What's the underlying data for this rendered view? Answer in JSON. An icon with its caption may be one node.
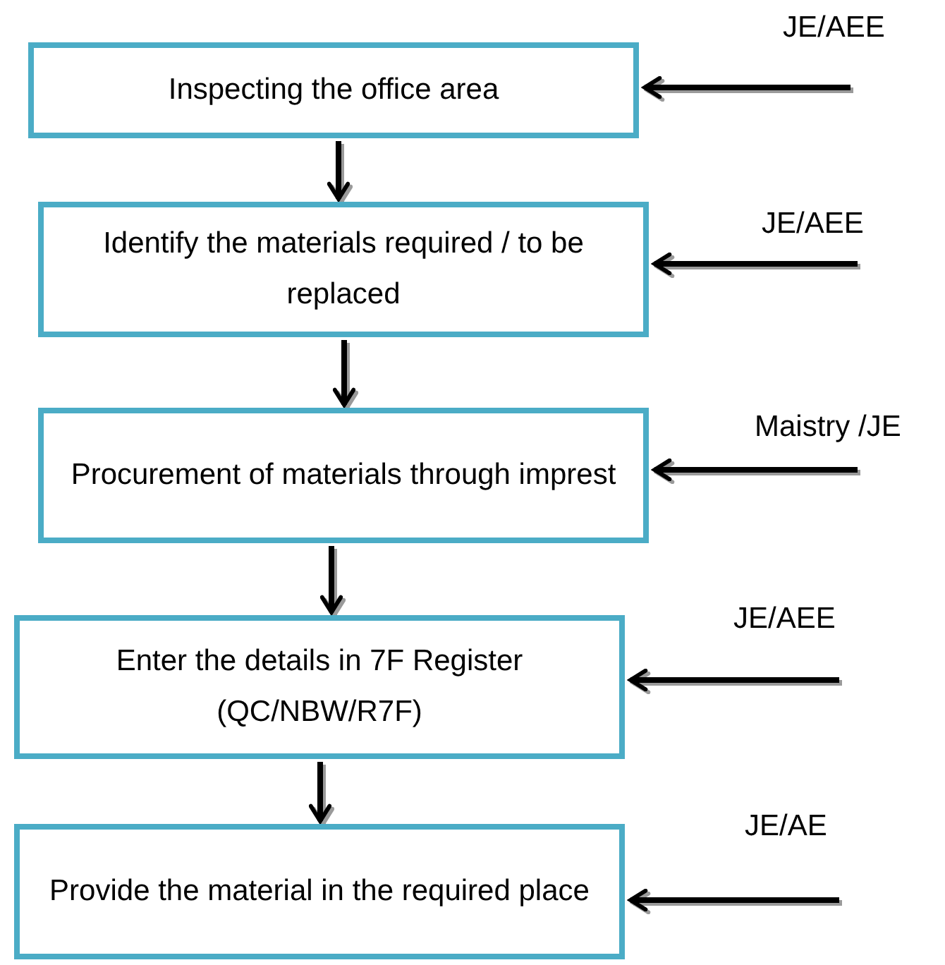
{
  "diagram": {
    "nodes": [
      {
        "text": [
          "Inspecting the office area"
        ]
      },
      {
        "text": [
          "Identify the materials required / to be replaced"
        ]
      },
      {
        "text": [
          "Procurement of materials through imprest"
        ]
      },
      {
        "text": [
          "Enter the details in 7F Register (QC/NBW/R7F)"
        ]
      },
      {
        "text": [
          "Provide the material in the required place"
        ]
      }
    ],
    "edges": [
      {
        "from": 0,
        "to": 1,
        "arrow": "to"
      },
      {
        "from": 1,
        "to": 2,
        "arrow": "to"
      },
      {
        "from": 2,
        "to": 3,
        "arrow": "to"
      },
      {
        "from": 3,
        "to": 4,
        "arrow": "to"
      },
      {
        "from": null,
        "to": 0,
        "arrow": "to",
        "label": "JE/AEE"
      },
      {
        "from": null,
        "to": 1,
        "arrow": "to",
        "label": "JE/AEE"
      },
      {
        "from": null,
        "to": 2,
        "arrow": "to",
        "label": "Maistry /JE"
      },
      {
        "from": null,
        "to": 3,
        "arrow": "to",
        "label": "JE/AEE"
      },
      {
        "from": null,
        "to": 4,
        "arrow": "to",
        "label": "JE/AE"
      }
    ]
  }
}
